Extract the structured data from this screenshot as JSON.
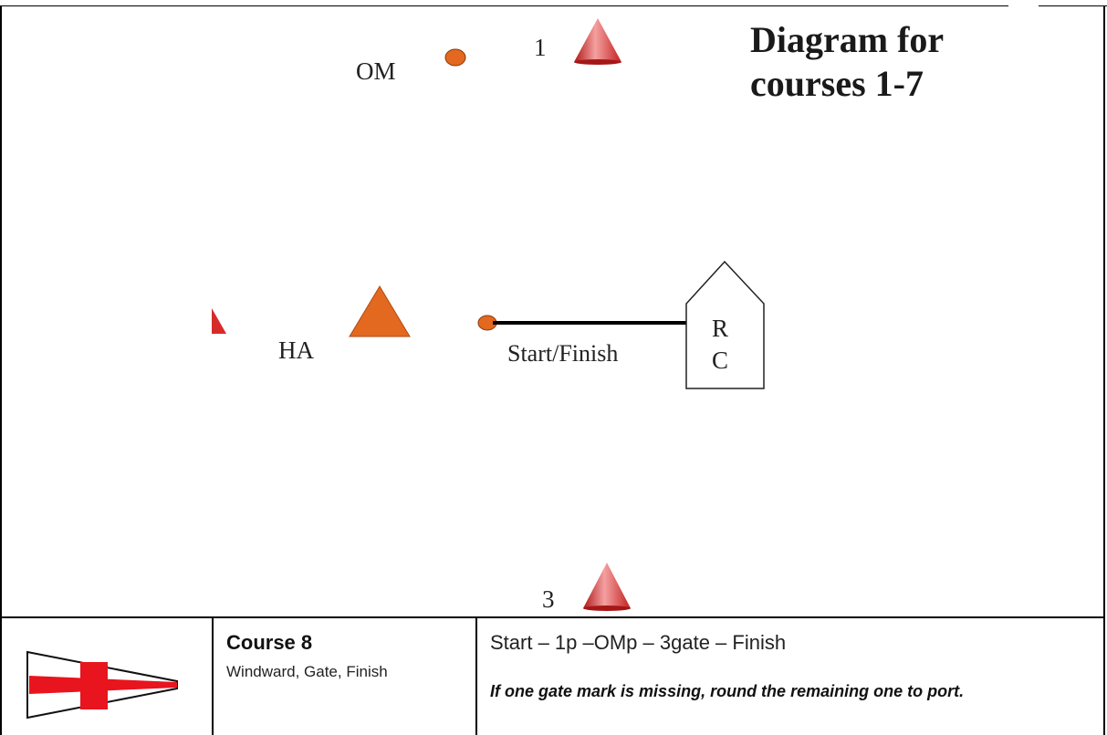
{
  "diagram": {
    "title_line1": "Diagram for",
    "title_line2": "courses 1-7",
    "marks": {
      "om_label": "OM",
      "mark1_label": "1",
      "ha_label": "HA",
      "mark3_label": "3",
      "start_finish_label": "Start/Finish",
      "rc_label_r": "R",
      "rc_label_c": "C"
    },
    "colors": {
      "cone_red": "#d62b2b",
      "orange": "#e2691f",
      "flag_red": "#e8141e"
    }
  },
  "course_row": {
    "flag_icon": "red-cross-pennant-icon",
    "course_title": "Course 8",
    "course_subtitle": "Windward, Gate, Finish",
    "sequence": "Start – 1p –OMp – 3gate – Finish",
    "note": "If one gate mark is missing, round the remaining one to port."
  }
}
